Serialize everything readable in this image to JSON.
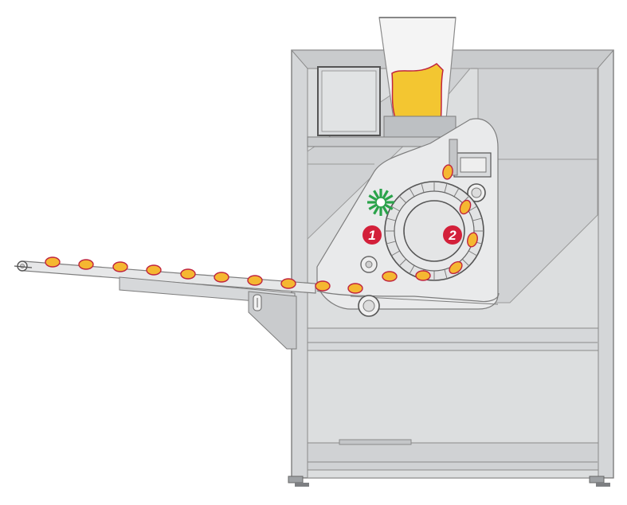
{
  "diagram": {
    "callouts": [
      {
        "id": "1",
        "label": "1"
      },
      {
        "id": "2",
        "label": "2"
      }
    ],
    "colors": {
      "frame_stroke": "#7d7d7d",
      "panel_fill": "#d3d5d7",
      "panel_dark": "#b9bcbf",
      "drum_area": "#e9eaeb",
      "product_fill": "#f5b731",
      "product_stroke": "#c0253f",
      "dough_fill": "#f3c631",
      "callout_fill": "#d3203a",
      "gear_color": "#2aa34a"
    }
  }
}
